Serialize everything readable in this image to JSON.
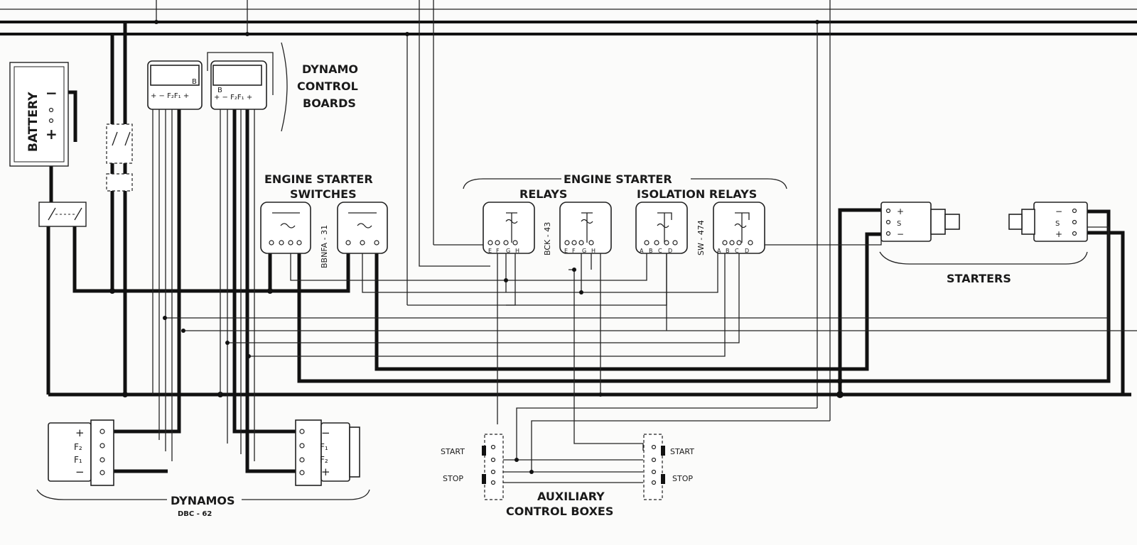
{
  "labels": {
    "battery": "BATTERY",
    "battery_minus": "−",
    "battery_plus": "+",
    "dynamo_control_1": "DYNAMO",
    "dynamo_control_2": "CONTROL",
    "dynamo_control_3": "BOARDS",
    "board_b": "B",
    "board_terms": "+ −  F₂F₁ +",
    "engine_starter_switches_1": "ENGINE STARTER",
    "engine_starter_switches_2": "SWITCHES",
    "switch_model": "BBNFA - 31",
    "engine_starter_header": "ENGINE STARTER",
    "relays": "RELAYS",
    "relay_model": "BCK - 43",
    "isolation_relays": "ISOLATION RELAYS",
    "isolation_model": "SW - 474",
    "relay_terms": [
      "E",
      "F",
      "G",
      "H"
    ],
    "iso_terms": [
      "A",
      "B",
      "C",
      "D"
    ],
    "starters": "STARTERS",
    "starter_terms": [
      "+",
      "S",
      "−"
    ],
    "starter_terms_right": [
      "−",
      "S",
      "+"
    ],
    "dynamos": "DYNAMOS",
    "dynamo_model": "DBC - 62",
    "dynamo_left_terms": [
      "+",
      "F₂",
      "F₁",
      "−"
    ],
    "dynamo_right_terms": [
      "−",
      "F₁",
      "F₂",
      "+"
    ],
    "start": "START",
    "stop": "STOP",
    "aux_1": "AUXILIARY",
    "aux_2": "CONTROL BOXES"
  }
}
